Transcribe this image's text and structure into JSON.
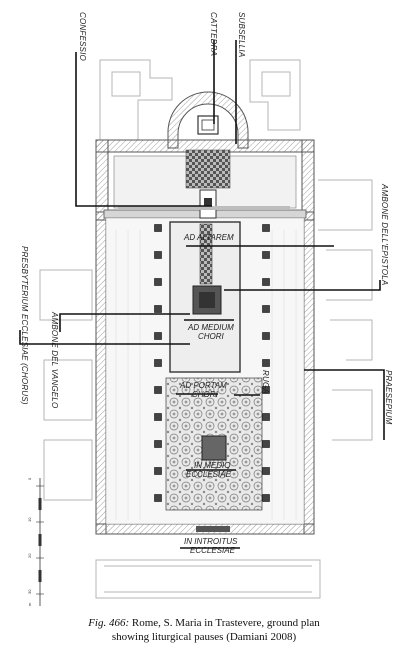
{
  "labels": {
    "confessio": "CONFESSIO",
    "cattedra": "CATTEDRA",
    "subsellia": "SUBSELLIA",
    "ambone_epistola": "AMBONE DELL'EPISTOLA",
    "ad_altarem": "AD ALTAREM",
    "presbyterium": "PRESBYTERIUM ECCLESIAE (CHORUS)",
    "ambone_vangelo": "AMBONE DEL VANGELO",
    "ad_medium_line1": "AD MEDIUM",
    "ad_medium_line2": "CHORI",
    "ruga": "RUGA",
    "praesepium": "PRAESEPIUM",
    "ad_portam_line1": "AD PORTAM",
    "ad_portam_line2": "CHORI",
    "in_medio_line1": "IN MEDIO",
    "in_medio_line2": "ECCLESIAE",
    "in_introitus_line1": "IN INTROITUS",
    "in_introitus_line2": "ECCLESIAE"
  },
  "scale": {
    "ticks": [
      "0",
      "10",
      "20",
      "30"
    ],
    "unit": "m"
  },
  "caption": {
    "figure_no": "Fig. 466:",
    "line1_rest": " Rome, S. Maria in Trastevere, ground plan",
    "line2": "showing liturgical pauses (Damiani 2008)"
  }
}
